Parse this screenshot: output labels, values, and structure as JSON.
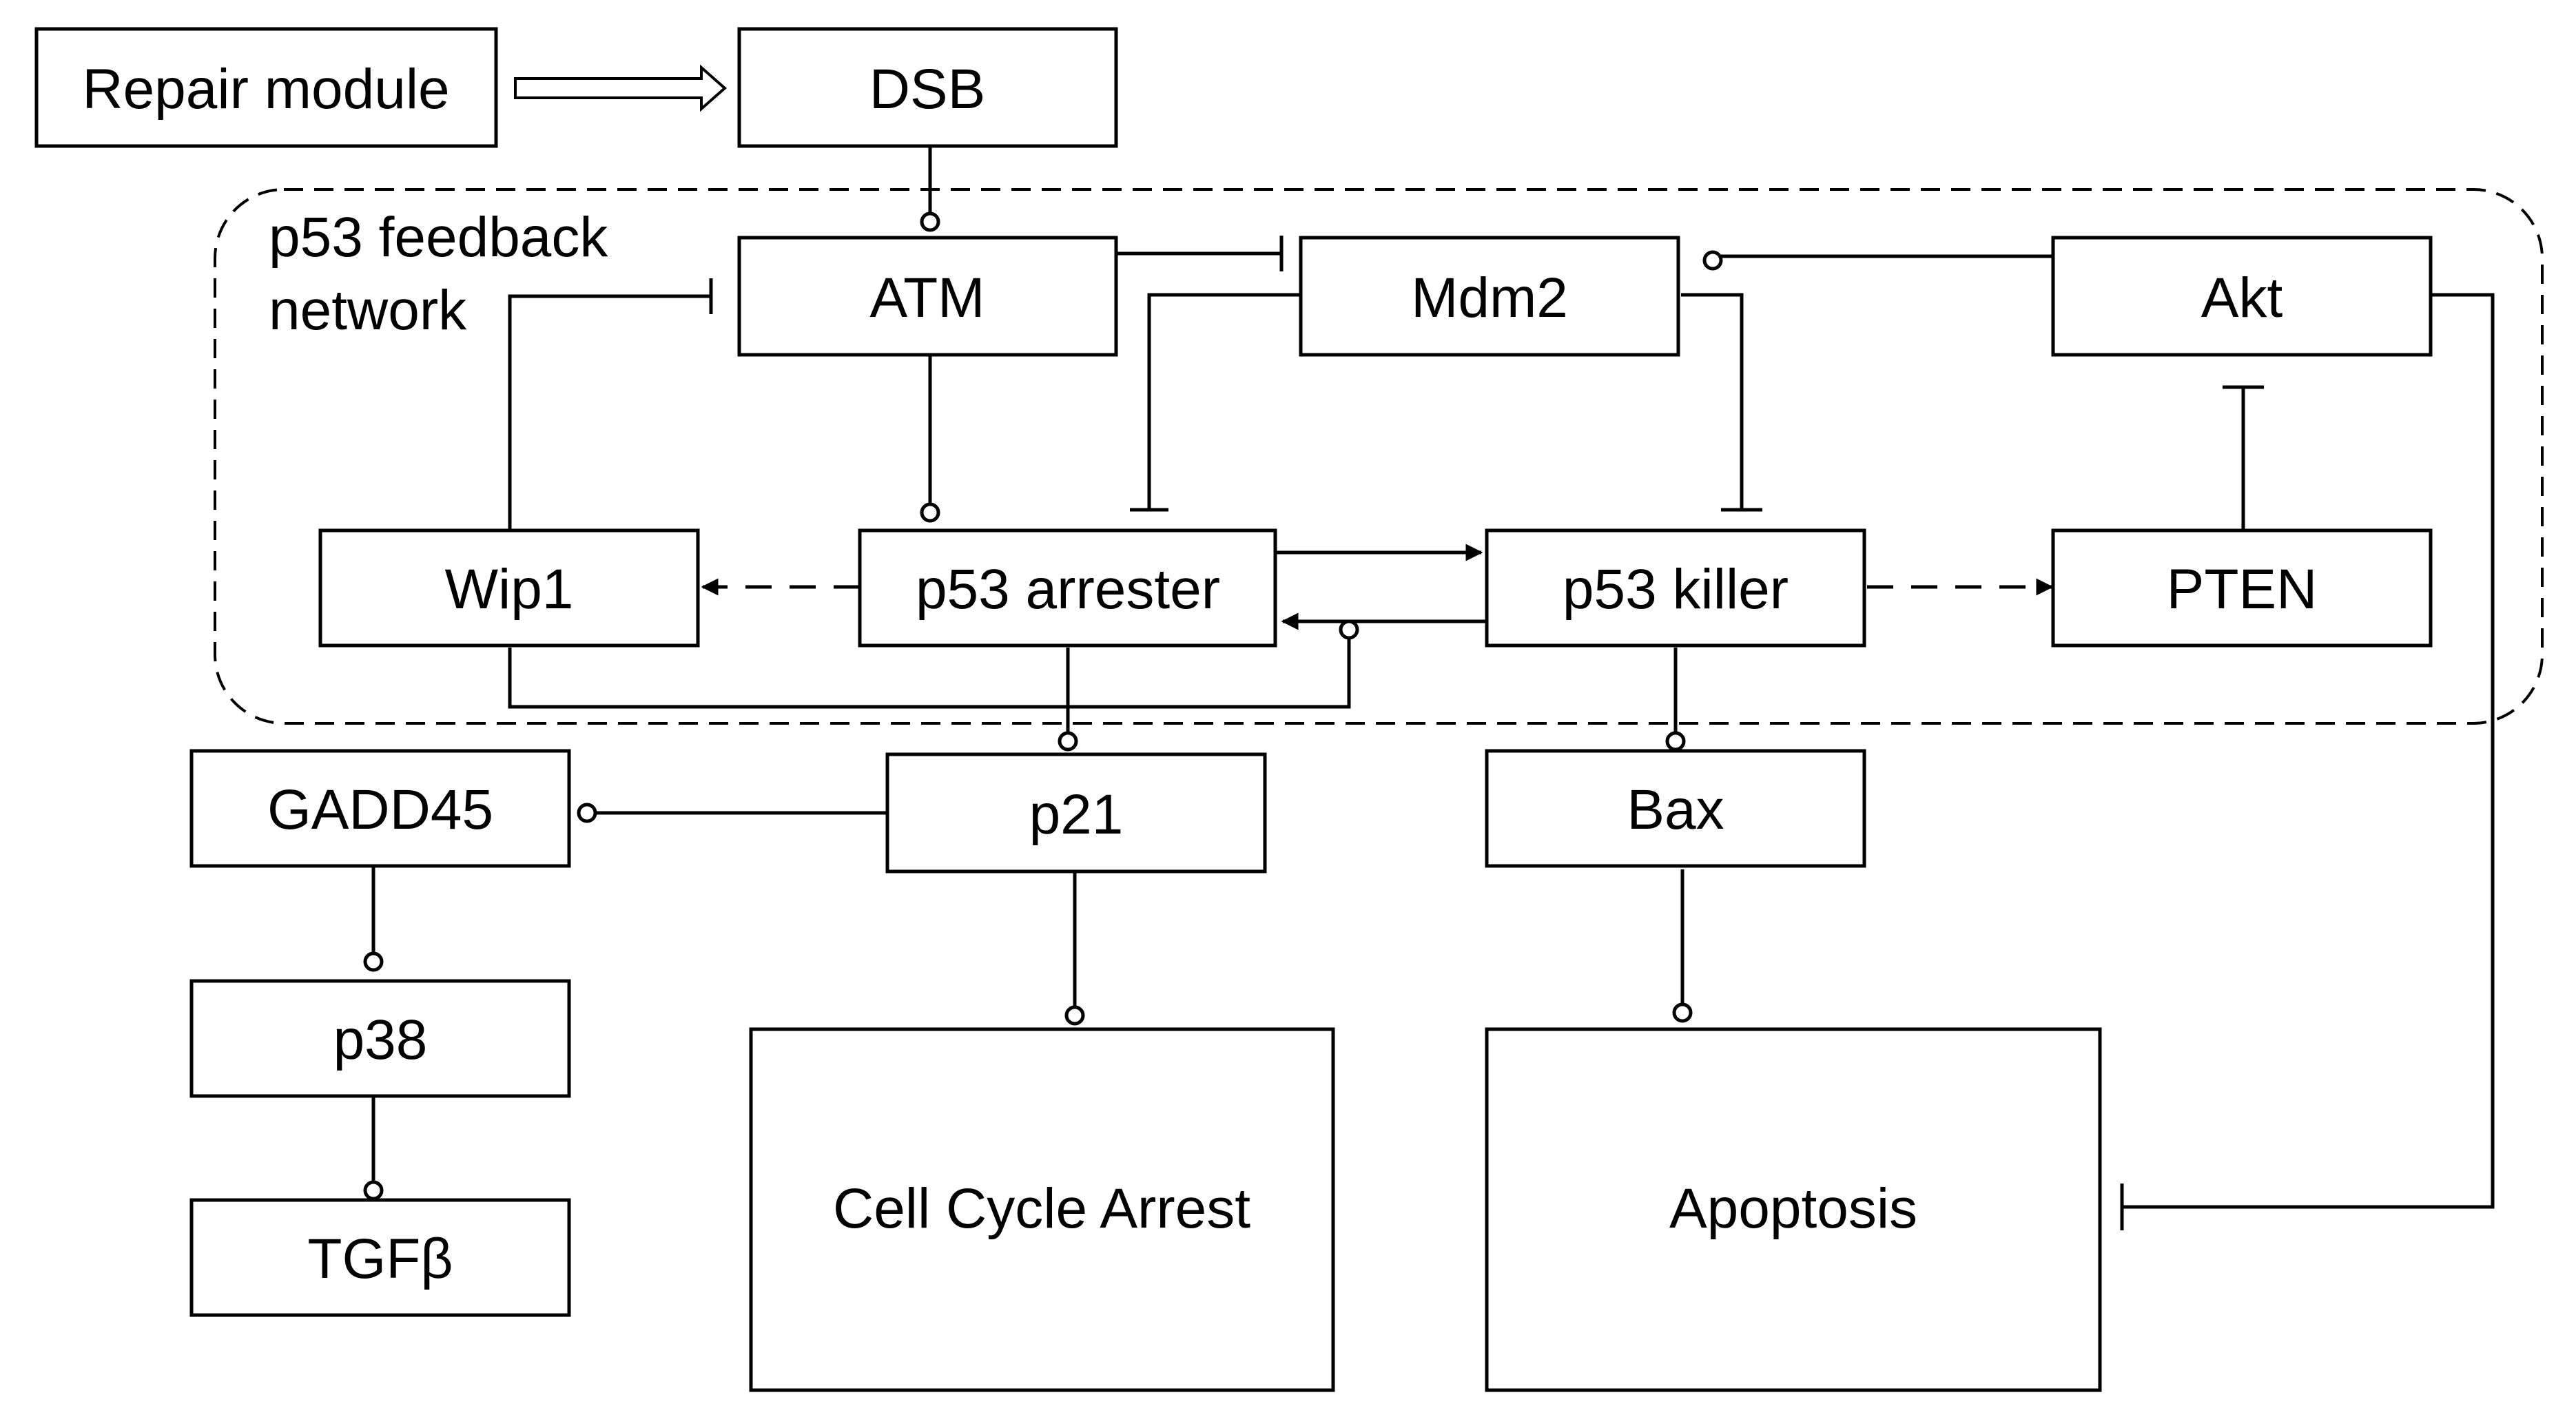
{
  "diagram": {
    "region_label_line1": "p53 feedback",
    "region_label_line2": "network",
    "nodes": {
      "repair_module": "Repair module",
      "dsb": "DSB",
      "atm": "ATM",
      "mdm2": "Mdm2",
      "akt": "Akt",
      "wip1": "Wip1",
      "p53_arrester": "p53 arrester",
      "p53_killer": "p53 killer",
      "pten": "PTEN",
      "gadd45": "GADD45",
      "p21": "p21",
      "bax": "Bax",
      "p38": "p38",
      "tgfb": "TGFβ",
      "cell_cycle_arrest": "Cell Cycle Arrest",
      "apoptosis": "Apoptosis"
    }
  }
}
